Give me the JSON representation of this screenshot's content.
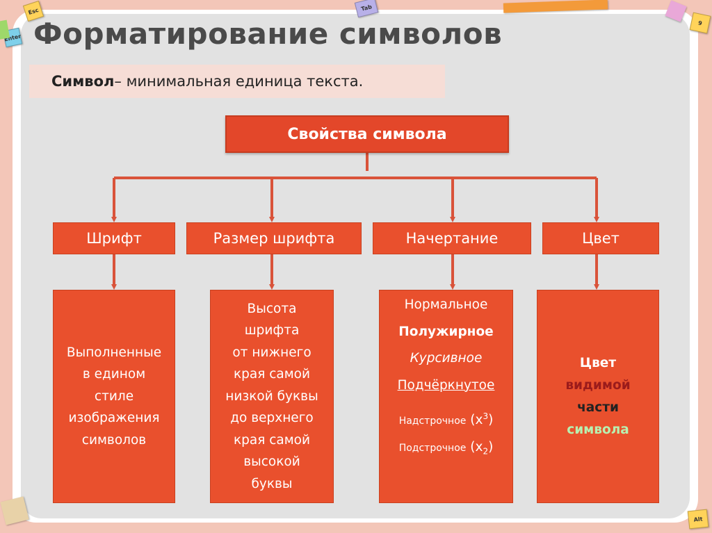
{
  "title": "Форматирование символов",
  "definition": {
    "term": "Символ",
    "text": " – минимальная единица текста."
  },
  "root": "Свойства символа",
  "categories": [
    {
      "label": "Шрифт"
    },
    {
      "label": "Размер шрифта"
    },
    {
      "label": "Начертание"
    },
    {
      "label": "Цвет"
    }
  ],
  "details": {
    "font": [
      "Выполненные",
      "в едином",
      "стиле",
      "изображения",
      "символов"
    ],
    "size": [
      "Высота",
      "шрифта",
      "от нижнего",
      "края самой",
      "низкой буквы",
      "до верхнего",
      "края самой",
      "высокой",
      "буквы"
    ],
    "styles": {
      "normal": "Нормальное",
      "bold": "Полужирное",
      "italic": "Курсивное",
      "underline": "Подчёркнутое",
      "superscript_label": "Надстрочное",
      "superscript_example_base": "(x",
      "superscript_example_exp": "3",
      "superscript_example_end": ")",
      "subscript_label": "Подстрочное",
      "subscript_example_base": "(x",
      "subscript_example_sub": "2",
      "subscript_example_end": ")"
    },
    "color": {
      "lines": [
        "Цвет",
        "видимой",
        "части",
        "символа"
      ],
      "colors": [
        "#ffffff",
        "#9b1b1b",
        "#222222",
        "#b8f0b0"
      ]
    }
  },
  "keyboard_keys": [
    "Esc",
    "Enter",
    "Tab",
    "9",
    "Alt"
  ],
  "colors": {
    "accent": "#e9502d",
    "background": "#f3c6b8",
    "panel": "#e2e2e2",
    "connector": "#d9533a"
  }
}
